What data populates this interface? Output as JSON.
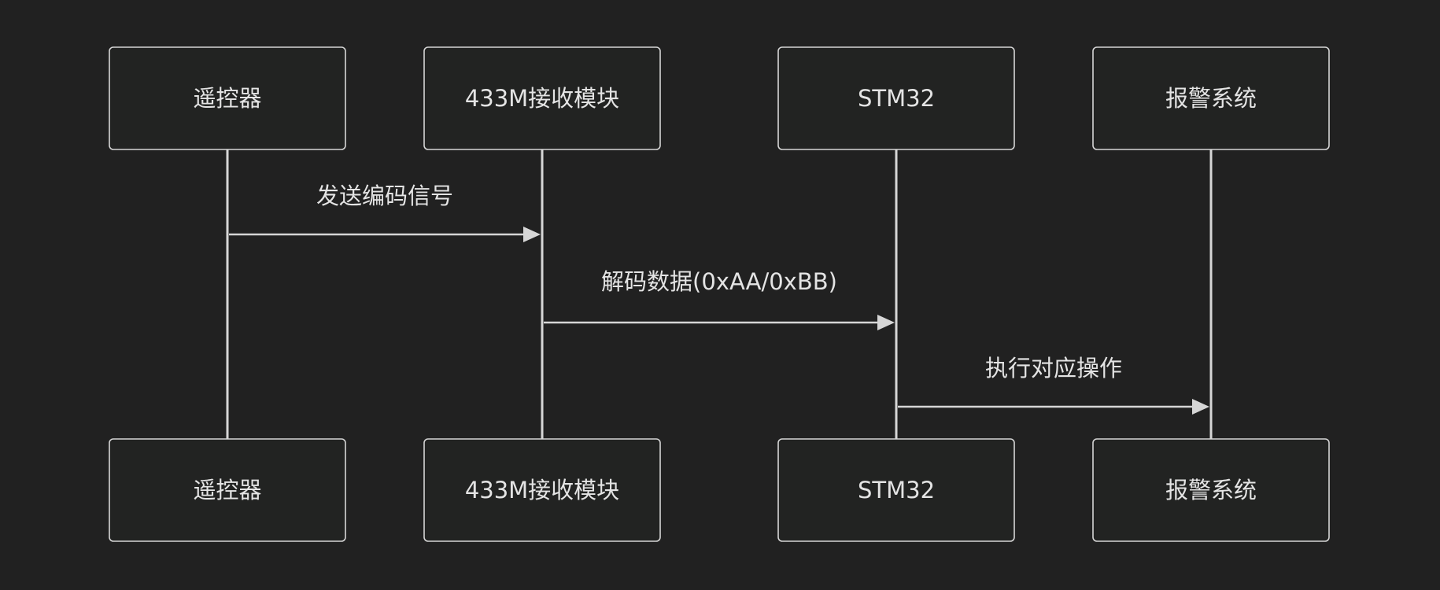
{
  "diagram": {
    "type": "sequence",
    "colors": {
      "background": "#212121",
      "line": "#d6d6d6",
      "box_fill": "#222322",
      "text": "#e4e4e4"
    },
    "participants": [
      {
        "id": "remote",
        "label": "遥控器"
      },
      {
        "id": "rx433",
        "label": "433M接收模块"
      },
      {
        "id": "stm32",
        "label": "STM32"
      },
      {
        "id": "alarm",
        "label": "报警系统"
      }
    ],
    "messages": [
      {
        "from": "remote",
        "to": "rx433",
        "label": "发送编码信号"
      },
      {
        "from": "rx433",
        "to": "stm32",
        "label": "解码数据(0xAA/0xBB)"
      },
      {
        "from": "stm32",
        "to": "alarm",
        "label": "执行对应操作"
      }
    ]
  }
}
